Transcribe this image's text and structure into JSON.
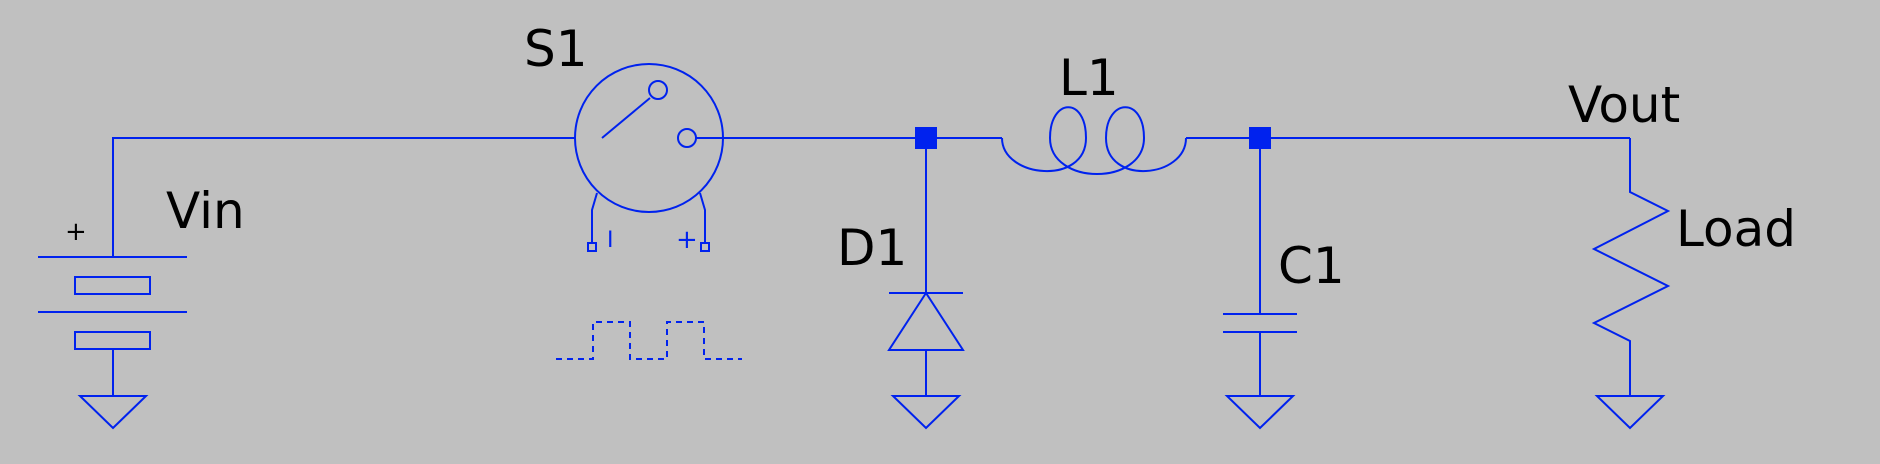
{
  "colors": {
    "background": "#c0c0c0",
    "wire": "#0022ee",
    "label": "#000000"
  },
  "components": {
    "vin": {
      "label": "Vin",
      "polarity": "+"
    },
    "switch": {
      "label": "S1",
      "ctrl_minus": "I",
      "ctrl_plus": "+"
    },
    "diode": {
      "label": "D1"
    },
    "inductor": {
      "label": "L1"
    },
    "capacitor": {
      "label": "C1"
    },
    "load": {
      "label": "Load"
    }
  },
  "nets": {
    "output": {
      "label": "Vout"
    }
  }
}
